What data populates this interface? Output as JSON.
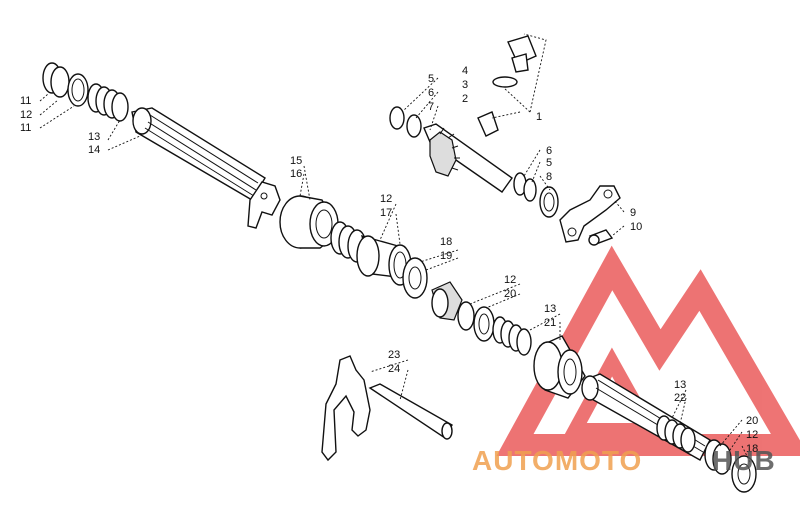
{
  "diagram": {
    "callouts": [
      {
        "id": "c1",
        "text": "1"
      },
      {
        "id": "c2",
        "text": "2"
      },
      {
        "id": "c3",
        "text": "3"
      },
      {
        "id": "c4",
        "text": "4"
      },
      {
        "id": "c5a",
        "text": "5"
      },
      {
        "id": "c6a",
        "text": "6"
      },
      {
        "id": "c7",
        "text": "7"
      },
      {
        "id": "c6b",
        "text": "6"
      },
      {
        "id": "c5b",
        "text": "5"
      },
      {
        "id": "c8",
        "text": "8"
      },
      {
        "id": "c9",
        "text": "9"
      },
      {
        "id": "c10",
        "text": "10"
      },
      {
        "id": "c11a",
        "text": "11"
      },
      {
        "id": "c12a",
        "text": "12"
      },
      {
        "id": "c11b",
        "text": "11"
      },
      {
        "id": "c13a",
        "text": "13"
      },
      {
        "id": "c14",
        "text": "14"
      },
      {
        "id": "c15",
        "text": "15"
      },
      {
        "id": "c16",
        "text": "16"
      },
      {
        "id": "c12b",
        "text": "12"
      },
      {
        "id": "c17",
        "text": "17"
      },
      {
        "id": "c18a",
        "text": "18"
      },
      {
        "id": "c19",
        "text": "19"
      },
      {
        "id": "c12c",
        "text": "12"
      },
      {
        "id": "c20a",
        "text": "20"
      },
      {
        "id": "c13b",
        "text": "13"
      },
      {
        "id": "c21",
        "text": "21"
      },
      {
        "id": "c23",
        "text": "23"
      },
      {
        "id": "c24",
        "text": "24"
      },
      {
        "id": "c13c",
        "text": "13"
      },
      {
        "id": "c22",
        "text": "22"
      },
      {
        "id": "c20b",
        "text": "20"
      },
      {
        "id": "c12d",
        "text": "12"
      },
      {
        "id": "c18b",
        "text": "18"
      }
    ]
  },
  "watermark": {
    "text_part1": "AUTOMOTO",
    "text_part2": "HUB",
    "color_red": "#e84545",
    "color_orange": "#f0a050"
  }
}
